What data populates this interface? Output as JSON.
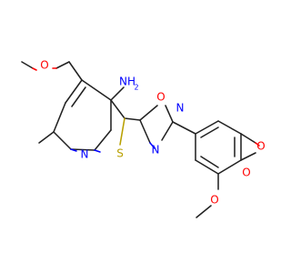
{
  "molecule": {
    "atoms": {
      "methoxy_oxygen_top": "O",
      "amine": "NH",
      "amine_subscript": "2",
      "oxadiazole_oxygen": "O",
      "oxadiazole_nitrogen_top": "N",
      "oxadiazole_nitrogen_bottom": "N",
      "thiophene_sulfur": "S",
      "pyridine_nitrogen": "N",
      "dioxole_oxygen_upper": "O",
      "dioxole_oxygen_lower": "O",
      "methoxy_oxygen_bottom": "O"
    },
    "colors": {
      "carbon_bond": "#222222",
      "oxygen": "#ff0000",
      "nitrogen": "#0000ff",
      "sulfur": "#b8a000"
    }
  }
}
